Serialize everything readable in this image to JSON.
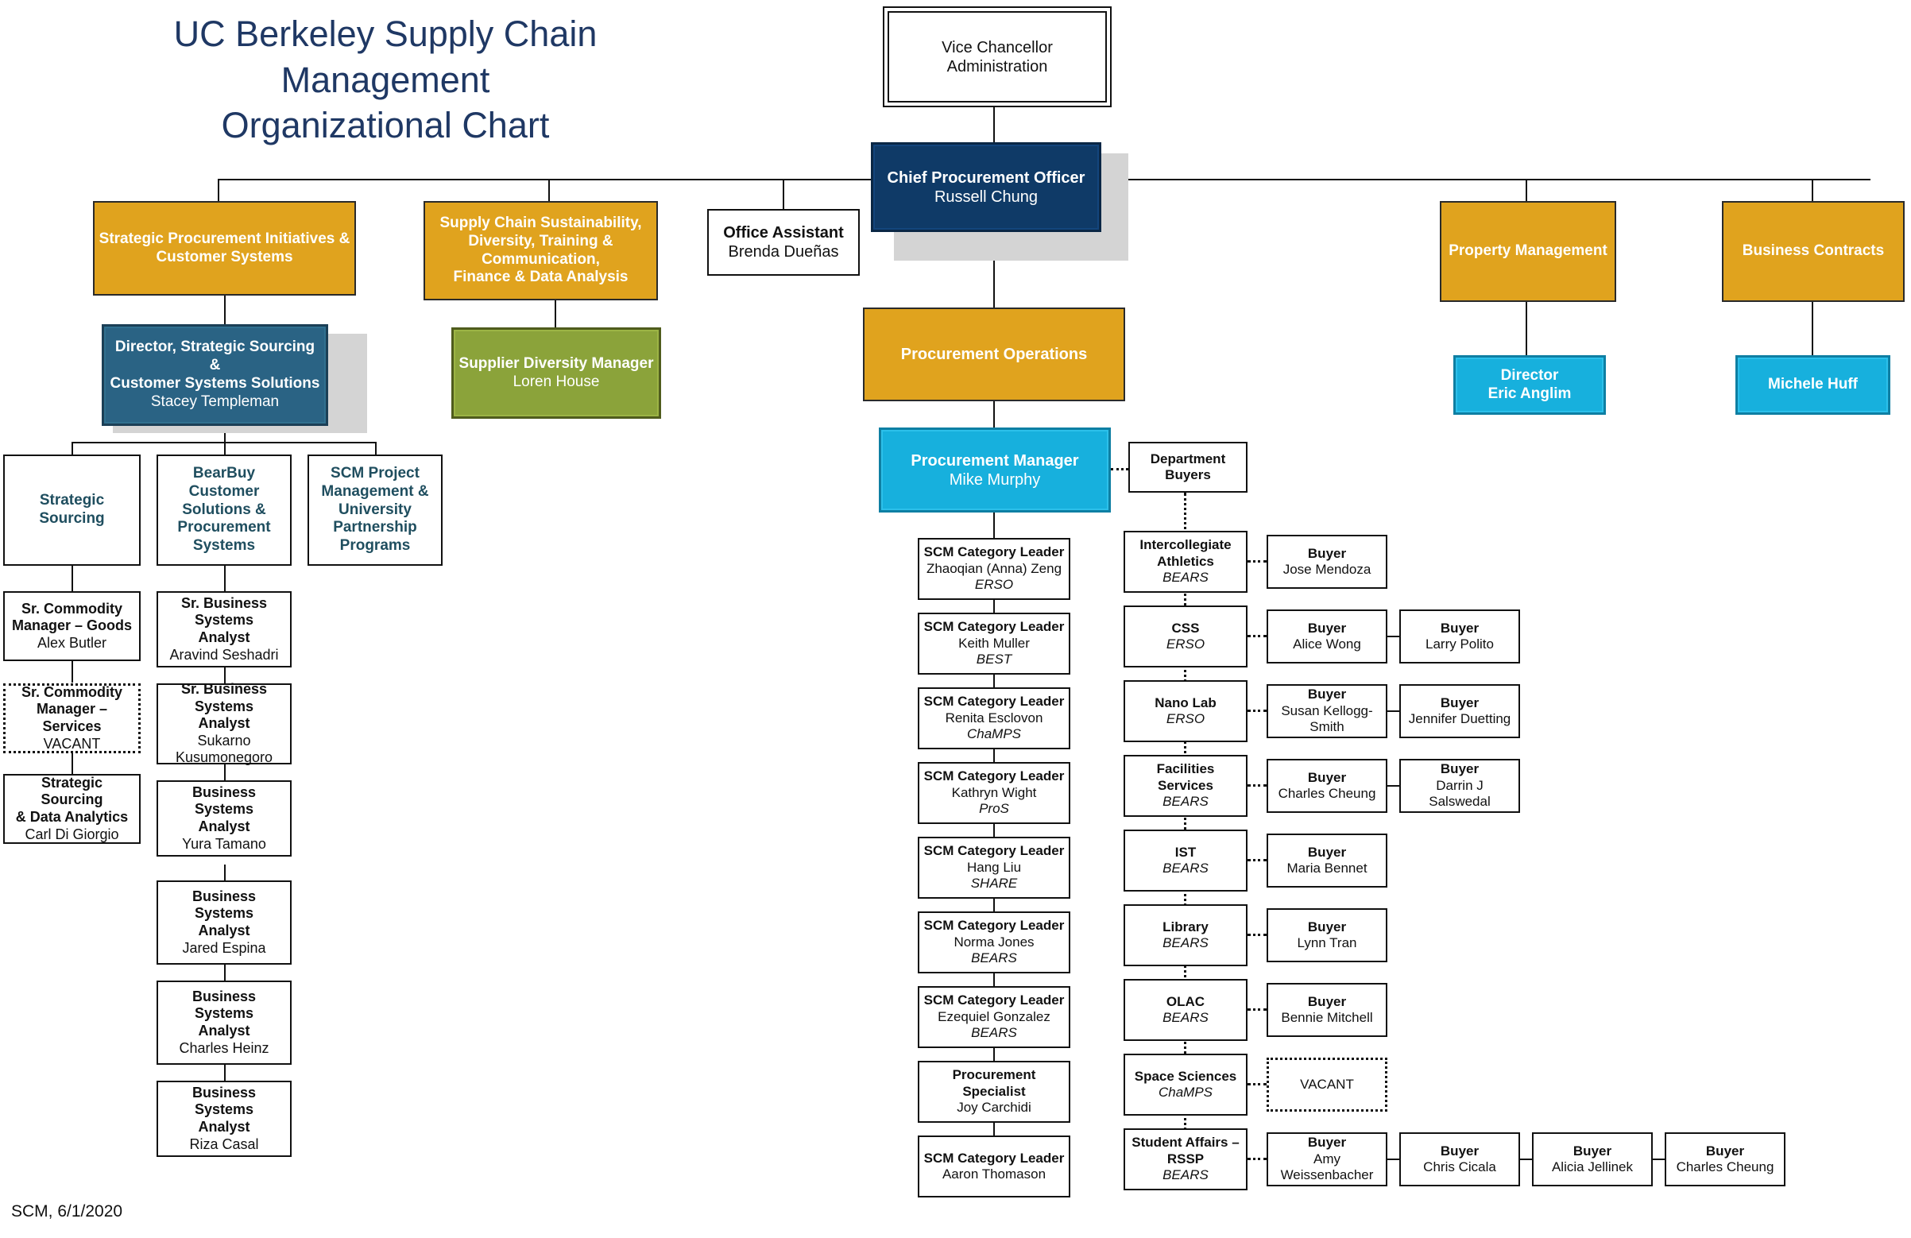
{
  "title": "UC Berkeley Supply Chain Management\nOrganizational Chart",
  "footer": "SCM, 6/1/2020",
  "colors": {
    "title_text": "#1f3864",
    "orange_unit": "#e0a31e",
    "navy_exec": "#0f3a67",
    "steel_director": "#2a6384",
    "cyan_manager": "#17b0dd",
    "olive_manager": "#8ba33a",
    "teal_header_text": "#1f4e5f"
  },
  "nodes": {
    "vice_chancellor": {
      "line1": "Vice Chancellor",
      "line2": "Administration"
    },
    "cpo": {
      "title": "Chief Procurement Officer",
      "name": "Russell Chung"
    },
    "office_assistant": {
      "title": "Office Assistant",
      "name": "Brenda Dueñas"
    },
    "unit_strategic_procurement": {
      "label": "Strategic Procurement Initiatives &\nCustomer Systems"
    },
    "unit_supply_chain_sustainability": {
      "label": "Supply Chain Sustainability,\nDiversity, Training &\nCommunication,\nFinance & Data Analysis"
    },
    "unit_procurement_operations": {
      "label": "Procurement Operations"
    },
    "unit_property_management": {
      "label": "Property Management"
    },
    "unit_business_contracts": {
      "label": "Business Contracts"
    },
    "director_strategic_sourcing": {
      "title": "Director, Strategic Sourcing &\nCustomer Systems Solutions",
      "name": "Stacey Templeman"
    },
    "supplier_diversity_manager": {
      "title": "Supplier Diversity Manager",
      "name": "Loren House"
    },
    "procurement_manager": {
      "title": "Procurement Manager",
      "name": "Mike Murphy"
    },
    "property_director": {
      "title": "Director",
      "name": "Eric Anglim"
    },
    "business_contracts_lead": {
      "title": "Michele Huff"
    },
    "group_strategic_sourcing": {
      "label": "Strategic\nSourcing"
    },
    "group_bearbuy": {
      "label": "BearBuy Customer\nSolutions &\nProcurement\nSystems"
    },
    "group_scm_project": {
      "label": "SCM Project\nManagement &\nUniversity\nPartnership\nPrograms"
    },
    "department_buyers_header": {
      "label": "Department Buyers"
    }
  },
  "strategic_sourcing_column": [
    {
      "title": "Sr. Commodity\nManager – Goods",
      "name": "Alex Butler",
      "vacant": false
    },
    {
      "title": "Sr. Commodity\nManager – Services",
      "name": "VACANT",
      "vacant": true
    },
    {
      "title": "Strategic Sourcing\n& Data Analytics",
      "name": "Carl Di Giorgio",
      "vacant": false
    }
  ],
  "bearbuy_column": [
    {
      "title": "Sr. Business Systems\nAnalyst",
      "name": "Aravind Seshadri"
    },
    {
      "title": "Sr. Business Systems\nAnalyst",
      "name": "Sukarno\nKusumonegoro"
    },
    {
      "title": "Business Systems\nAnalyst",
      "name": "Yura Tamano"
    },
    {
      "title": "Business Systems\nAnalyst",
      "name": "Jared Espina"
    },
    {
      "title": "Business Systems\nAnalyst",
      "name": "Charles Heinz"
    },
    {
      "title": "Business Systems\nAnalyst",
      "name": "Riza Casal"
    }
  ],
  "category_leaders": [
    {
      "title": "SCM Category Leader",
      "name": "Zhaoqian (Anna) Zeng",
      "team": "ERSO"
    },
    {
      "title": "SCM Category Leader",
      "name": "Keith Muller",
      "team": "BEST"
    },
    {
      "title": "SCM Category Leader",
      "name": "Renita Esclovon",
      "team": "ChaMPS"
    },
    {
      "title": "SCM Category Leader",
      "name": "Kathryn Wight",
      "team": "ProS"
    },
    {
      "title": "SCM Category Leader",
      "name": "Hang Liu",
      "team": "SHARE"
    },
    {
      "title": "SCM Category Leader",
      "name": "Norma Jones",
      "team": "BEARS"
    },
    {
      "title": "SCM Category Leader",
      "name": "Ezequiel Gonzalez",
      "team": "BEARS"
    },
    {
      "title": "Procurement Specialist",
      "name": "Joy Carchidi",
      "team": ""
    },
    {
      "title": "SCM Category Leader",
      "name": "Aaron Thomason",
      "team": ""
    }
  ],
  "departments": [
    {
      "name": "Intercollegiate\nAthletics",
      "team": "BEARS",
      "buyers": [
        {
          "title": "Buyer",
          "name": "Jose Mendoza",
          "vacant": false
        }
      ]
    },
    {
      "name": "CSS",
      "team": "ERSO",
      "buyers": [
        {
          "title": "Buyer",
          "name": "Alice Wong",
          "vacant": false
        },
        {
          "title": "Buyer",
          "name": "Larry Polito",
          "vacant": false
        }
      ]
    },
    {
      "name": "Nano Lab",
      "team": "ERSO",
      "buyers": [
        {
          "title": "Buyer",
          "name": "Susan Kellogg-\nSmith",
          "vacant": false
        },
        {
          "title": "Buyer",
          "name": "Jennifer Duetting",
          "vacant": false
        }
      ]
    },
    {
      "name": "Facilities\nServices",
      "team": "BEARS",
      "buyers": [
        {
          "title": "Buyer",
          "name": "Charles Cheung",
          "vacant": false
        },
        {
          "title": "Buyer",
          "name": "Darrin J Salswedal",
          "vacant": false
        }
      ]
    },
    {
      "name": "IST",
      "team": "BEARS",
      "buyers": [
        {
          "title": "Buyer",
          "name": "Maria Bennet",
          "vacant": false
        }
      ]
    },
    {
      "name": "Library",
      "team": "BEARS",
      "buyers": [
        {
          "title": "Buyer",
          "name": "Lynn Tran",
          "vacant": false
        }
      ]
    },
    {
      "name": "OLAC",
      "team": "BEARS",
      "buyers": [
        {
          "title": "Buyer",
          "name": "Bennie Mitchell",
          "vacant": false
        }
      ]
    },
    {
      "name": "Space Sciences",
      "team": "ChaMPS",
      "buyers": [
        {
          "title": "",
          "name": "VACANT",
          "vacant": true
        }
      ]
    },
    {
      "name": "Student Affairs –\nRSSP",
      "team": "BEARS",
      "buyers": [
        {
          "title": "Buyer",
          "name": "Amy\nWeissenbacher",
          "vacant": false
        },
        {
          "title": "Buyer",
          "name": "Chris Cicala",
          "vacant": false
        },
        {
          "title": "Buyer",
          "name": "Alicia Jellinek",
          "vacant": false
        },
        {
          "title": "Buyer",
          "name": "Charles Cheung",
          "vacant": false
        }
      ]
    }
  ]
}
